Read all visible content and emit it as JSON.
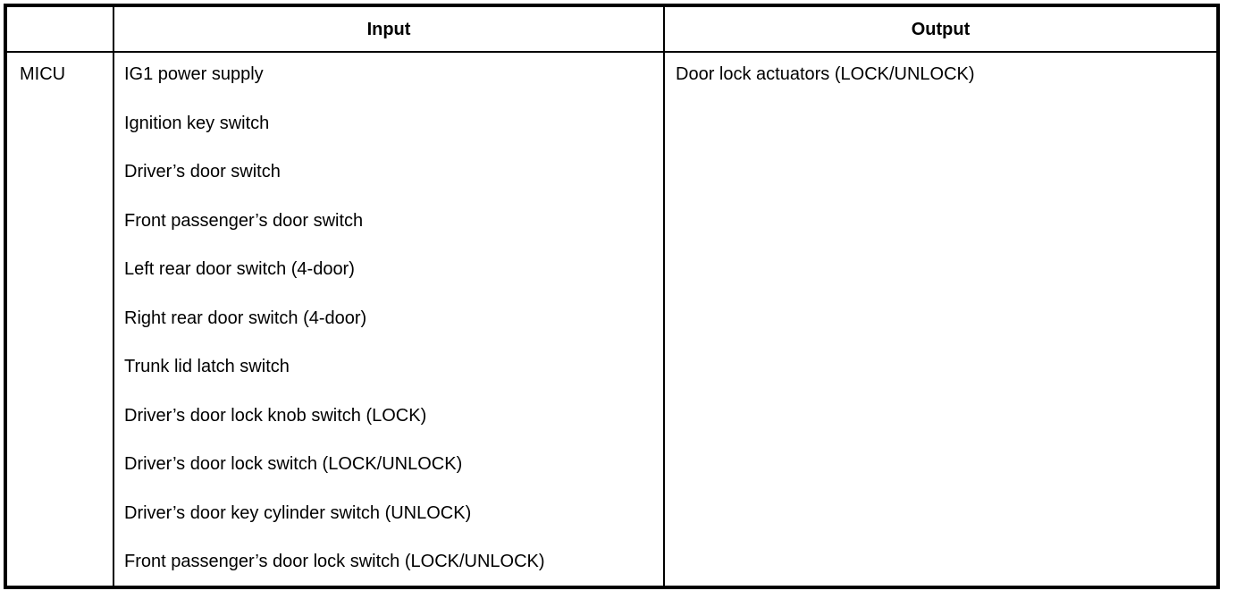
{
  "colors": {
    "border": "#000000",
    "background": "#ffffff",
    "text": "#000000"
  },
  "table": {
    "headers": {
      "unit": "",
      "input": "Input",
      "output": "Output"
    },
    "rows": [
      {
        "unit": "MICU",
        "inputs": [
          "IG1 power supply",
          "Ignition key switch",
          "Driver’s door switch",
          "Front passenger’s door switch",
          "Left rear door switch (4-door)",
          "Right rear door switch (4-door)",
          "Trunk lid latch switch",
          "Driver’s door lock knob switch (LOCK)",
          "Driver’s door lock switch (LOCK/UNLOCK)",
          "Driver’s door key cylinder switch (UNLOCK)",
          "Front passenger’s door lock switch (LOCK/UNLOCK)"
        ],
        "outputs": [
          "Door lock actuators (LOCK/UNLOCK)"
        ]
      }
    ]
  }
}
